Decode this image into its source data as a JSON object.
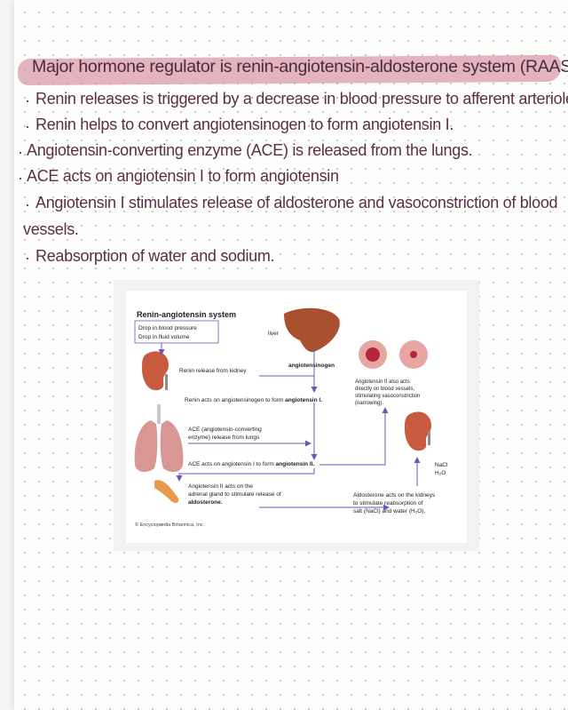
{
  "heading": "Major hormone regulator is renin-angiotensin-aldosterone system (RAAS)",
  "bullets": [
    {
      "text": "Renin releases is triggered by a decrease in blood pressure to afferent arterioles"
    },
    {
      "text": "Renin helps to convert angiotensinogen to form angiotensin I."
    },
    {
      "text": "Angiotensin-converting enzyme (ACE) is released from the lungs."
    },
    {
      "text": "ACE acts on angiotensin I to form angiotensin"
    },
    {
      "text": "Angiotensin I stimulates release of aldosterone and vasoconstriction of blood",
      "cont": "vessels."
    },
    {
      "text": "Reabsorption of water and sodium."
    }
  ],
  "figure": {
    "title": "Renin-angiotensin system",
    "box_line1": "Drop in blood pressure",
    "box_line2": "Drop in fluid volume",
    "liver": "liver",
    "angiotensinogen": "angiotensinogen",
    "renin_release": "Renin release from kidney",
    "renin_acts": "Renin acts on angiotensinogen to form ",
    "renin_acts_bold": "angiotensin I.",
    "ace_release_1": "ACE (angiotensin-converting",
    "ace_release_2": "enzyme) release from lungs",
    "ace_acts": "ACE acts on angiotensin I to form ",
    "ace_acts_bold": "angiotensin II.",
    "adrenal_1": "Angiotensin II acts on the",
    "adrenal_2": "adrenal gland to stimulate release of",
    "adrenal_3": "aldosterone.",
    "vessel_1": "Angiotensin II also acts",
    "vessel_2": "directly on blood vessels,",
    "vessel_3": "stimulating vasoconstriction",
    "vessel_4": "(narrowing).",
    "nacl": "NaCl",
    "h2o": "H₂O",
    "kidney_1": "Aldosterone acts on the kidneys",
    "kidney_2": "to stimulate reabsorption of",
    "kidney_3": "salt (NaCl) and water (H₂O).",
    "credit": "© Encyclopædia Britannica, Inc."
  }
}
